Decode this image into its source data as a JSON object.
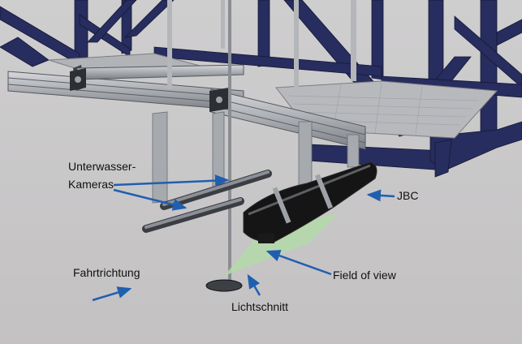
{
  "labels": {
    "underwater_cameras_line1": "Unterwasser-",
    "underwater_cameras_line2": "Kameras",
    "jbc": "JBC",
    "field_of_view": "Field of view",
    "direction_of_travel": "Fahrtrichtung",
    "light_sheet": "Lichtschnitt"
  },
  "colors": {
    "background": "#c9c7c8",
    "frame_navy": "#272d5e",
    "frame_navy_dark": "#1a1f45",
    "aluminum": "#a9acb0",
    "aluminum_dark": "#4a4d52",
    "arrow_blue": "#1f5fb0",
    "field_of_view_green": "#b3d9a8",
    "hull_black": "#151515"
  }
}
